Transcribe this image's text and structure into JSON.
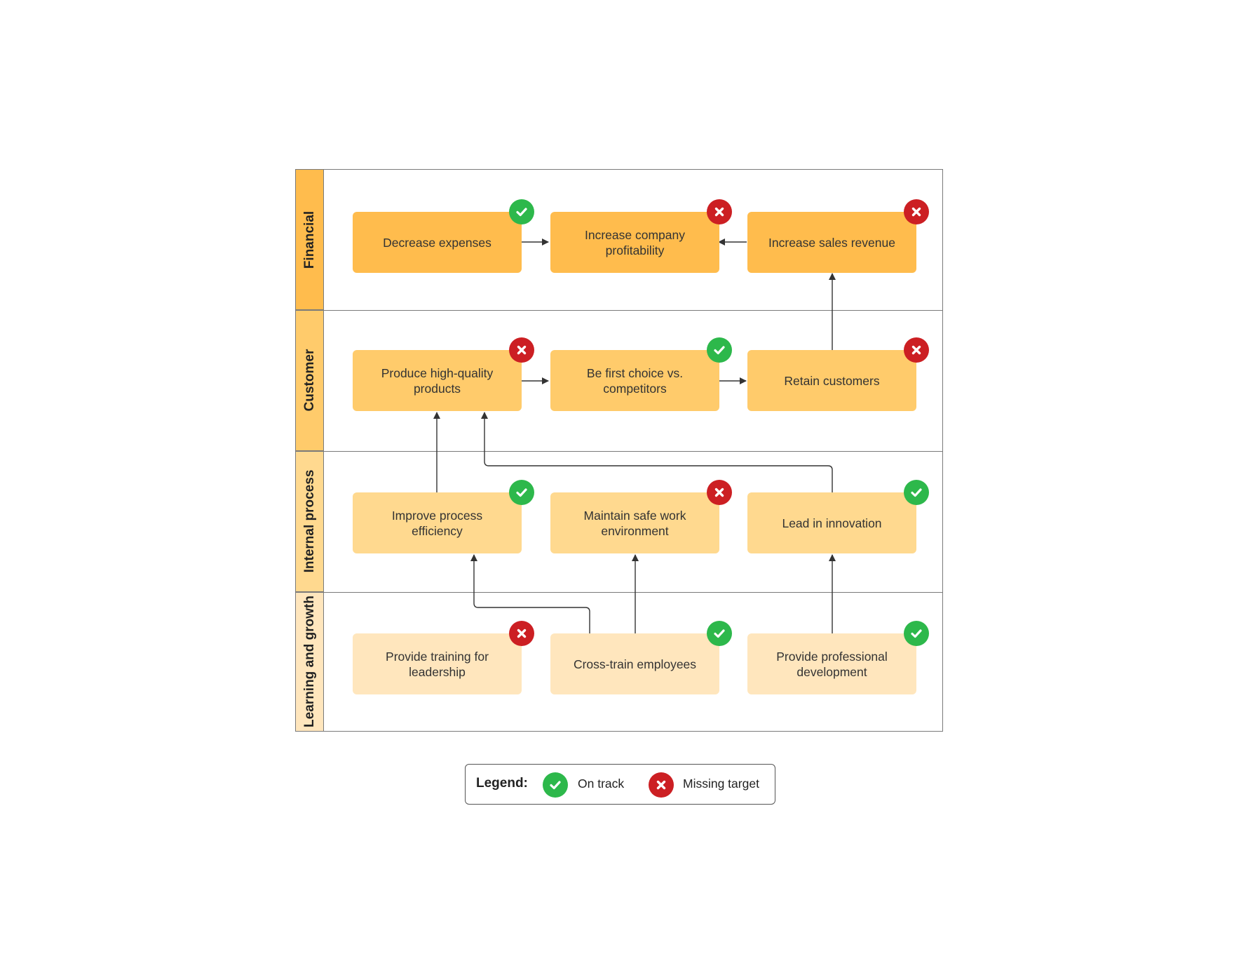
{
  "lanes": {
    "financial": "Financial",
    "customer": "Customer",
    "internal": "Internal process",
    "learning": "Learning and growth"
  },
  "lane_colors": {
    "financial": "#ffbc4d",
    "customer": "#ffcb6b",
    "internal": "#ffd98f",
    "learning": "#ffe6bd"
  },
  "objectives": {
    "decrease_expenses": {
      "label": "Decrease expenses",
      "status": "on-track"
    },
    "increase_profitability": {
      "label": "Increase company profitability",
      "status": "missing-target"
    },
    "increase_sales_revenue": {
      "label": "Increase sales revenue",
      "status": "missing-target"
    },
    "produce_quality_products": {
      "label": "Produce high-quality products",
      "status": "missing-target"
    },
    "first_choice": {
      "label": "Be first choice vs. competitors",
      "status": "on-track"
    },
    "retain_customers": {
      "label": "Retain customers",
      "status": "missing-target"
    },
    "process_efficiency": {
      "label": "Improve process efficiency",
      "status": "on-track"
    },
    "safe_work_environment": {
      "label": "Maintain safe work environment",
      "status": "missing-target"
    },
    "lead_innovation": {
      "label": "Lead in innovation",
      "status": "on-track"
    },
    "training_leadership": {
      "label": "Provide training for leadership",
      "status": "missing-target"
    },
    "cross_train": {
      "label": "Cross-train employees",
      "status": "on-track"
    },
    "professional_development": {
      "label": "Provide professional development",
      "status": "on-track"
    }
  },
  "status_colors": {
    "on_track": "#2db84b",
    "missing_target": "#cc1f23"
  },
  "legend": {
    "title": "Legend:",
    "on_track": "On track",
    "missing_target": "Missing target"
  }
}
